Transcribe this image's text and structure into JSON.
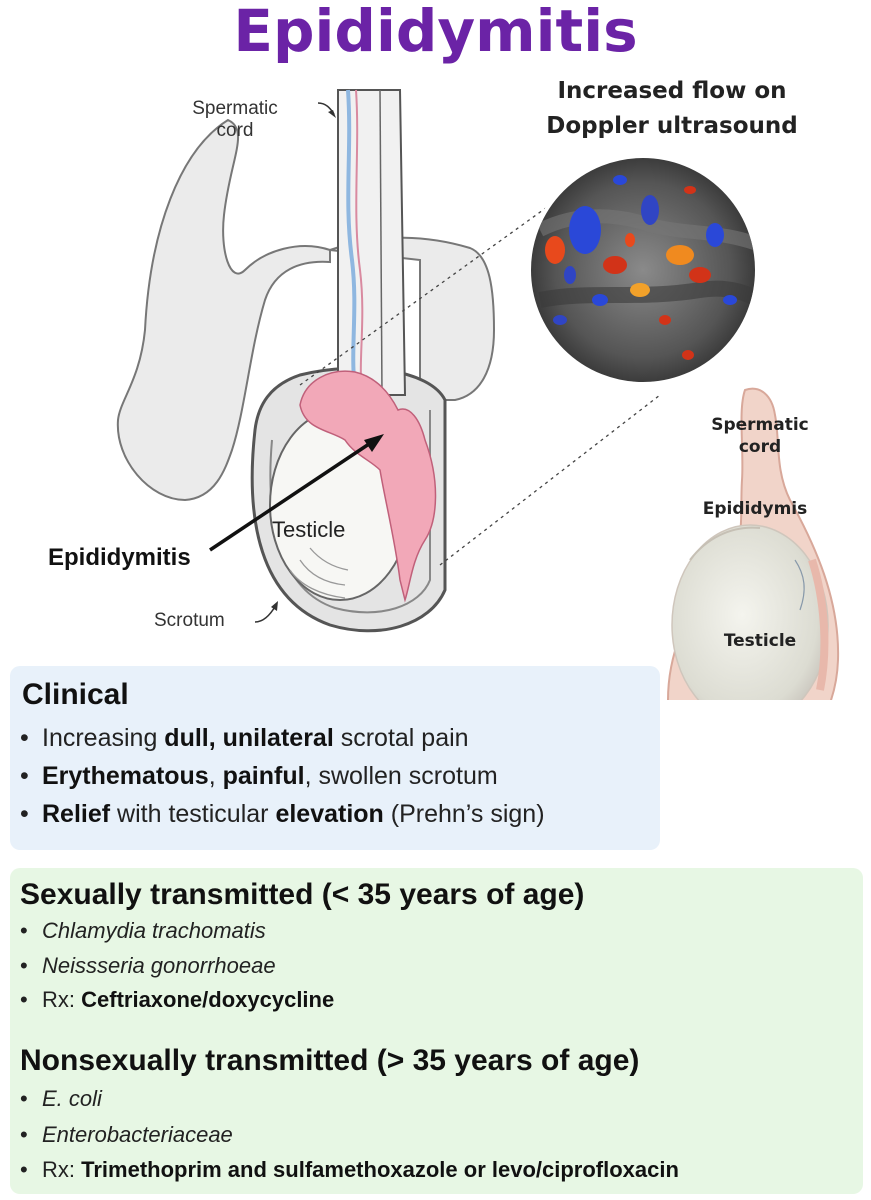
{
  "title": "Epididymitis",
  "diagram": {
    "spermatic_cord_label": "Spermatic\ncord",
    "epididymitis_label": "Epididymitis",
    "testicle_label": "Testicle",
    "scrotum_label": "Scrotum"
  },
  "doppler": {
    "line1": "Increased flow on",
    "line2": "Doppler ultrasound"
  },
  "photo": {
    "spermatic_cord_label": "Spermatic\ncord",
    "epididymis_label": "Epididymis",
    "testicle_label": "Testicle"
  },
  "clinical": {
    "heading": "Clinical",
    "bullet1": {
      "t1": "Increasing ",
      "b1": "dull, unilateral",
      "t2": " scrotal pain"
    },
    "bullet2": {
      "b1": "Erythematous",
      "t1": ", ",
      "b2": "painful",
      "t2": ", swollen scrotum"
    },
    "bullet3": {
      "b1": "Relief",
      "t1": " with testicular ",
      "b2": "elevation",
      "t2": " (Prehn’s sign)"
    }
  },
  "sexual": {
    "heading": "Sexually transmitted (< 35 years of age)",
    "item1": "Chlamydia trachomatis",
    "item2": "Neissseria gonorrhoeae",
    "rx_label": "Rx: ",
    "rx_value": "Ceftriaxone/doxycycline"
  },
  "nonsexual": {
    "heading": "Nonsexually transmitted (> 35 years of age)",
    "item1": "E. coli",
    "item2": "Enterobacteriaceae",
    "rx_label": "Rx: ",
    "rx_value": "Trimethoprim and sulfamethoxazole or levo/ciprofloxacin"
  },
  "bullet_char": "•",
  "colors": {
    "title": "#6b23a6",
    "clinical_box": "#e8f1fa",
    "etiology_box": "#e7f7e4",
    "inflamed": "#f2a8b8"
  }
}
